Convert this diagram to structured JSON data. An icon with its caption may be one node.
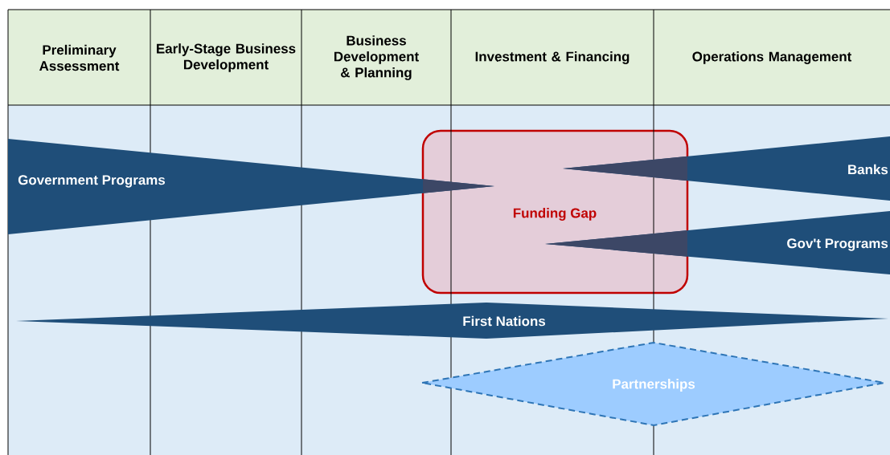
{
  "diagram": {
    "nodes": [
      {
        "text": [
          "Preliminary Assessment"
        ]
      },
      {
        "text": [
          "Early-Stage Business Development"
        ]
      },
      {
        "text": [
          "Business Development & Planning"
        ]
      },
      {
        "text": [
          "Investment & Financing"
        ]
      },
      {
        "text": [
          "Operations Management"
        ]
      },
      {
        "text": [
          "Government Programs"
        ]
      },
      {
        "text": [
          "Banks"
        ]
      },
      {
        "text": [
          "Funding Gap"
        ]
      },
      {
        "text": [
          "Gov't Programs"
        ]
      },
      {
        "text": [
          "First  Nations"
        ]
      },
      {
        "text": [
          "Partnerships"
        ]
      }
    ]
  }
}
